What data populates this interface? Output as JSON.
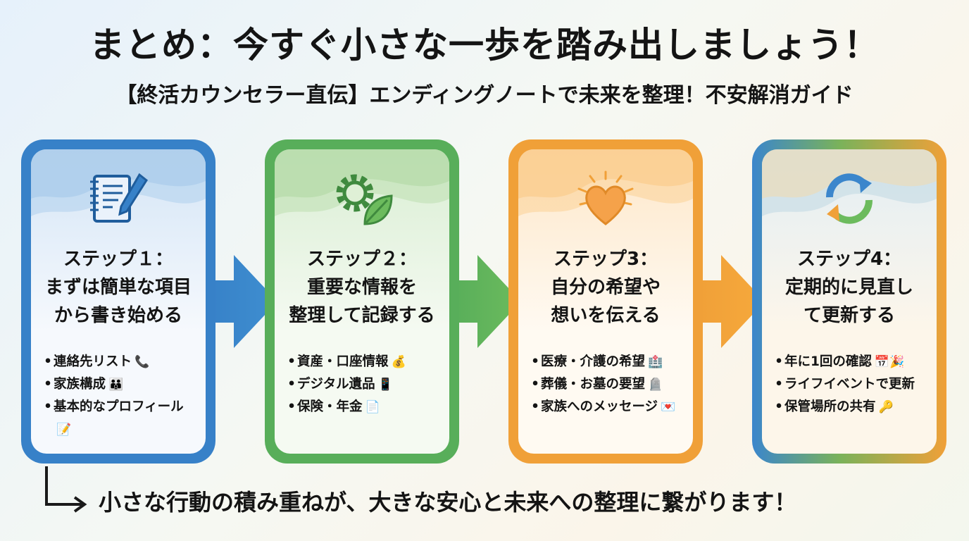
{
  "title": "まとめ：今すぐ小さな一歩を踏み出しましょう！",
  "subtitle": "【終活カウンセラー直伝】エンディングノートで未来を整理！不安解消ガイド",
  "colors": {
    "blue": "#3781c8",
    "green": "#58ae5a",
    "orange": "#f0a038"
  },
  "steps": [
    {
      "icon": "notebook-pen-icon",
      "title": "ステップ１：\nまずは簡単な項目\nから書き始める",
      "items": [
        {
          "text": "連絡先リスト",
          "emoji": "📞"
        },
        {
          "text": "家族構成",
          "emoji": "👪"
        },
        {
          "text": "基本的なプロフィール",
          "emoji": "📝"
        }
      ]
    },
    {
      "icon": "gear-leaf-icon",
      "title": "ステップ２：\n重要な情報を\n整理して記録する",
      "items": [
        {
          "text": "資産・口座情報",
          "emoji": "💰"
        },
        {
          "text": "デジタル遺品",
          "emoji": "📱"
        },
        {
          "text": "保険・年金",
          "emoji": "📄"
        }
      ]
    },
    {
      "icon": "heart-icon",
      "title": "ステップ3：\n自分の希望や\n想いを伝える",
      "items": [
        {
          "text": "医療・介護の希望",
          "emoji": "🏥"
        },
        {
          "text": "葬儀・お墓の要望",
          "emoji": "🪦"
        },
        {
          "text": "家族へのメッセージ",
          "emoji": "💌"
        }
      ]
    },
    {
      "icon": "refresh-cycle-icon",
      "title": "ステップ4：\n定期的に見直し\nて更新する",
      "items": [
        {
          "text": "年に1回の確認",
          "emoji": "📅🎉"
        },
        {
          "text": "ライフイベントで更新",
          "emoji": ""
        },
        {
          "text": "保管場所の共有",
          "emoji": "🔑"
        }
      ]
    }
  ],
  "footer": "小さな行動の積み重ねが、大きな安心と未来への整理に繋がります！"
}
